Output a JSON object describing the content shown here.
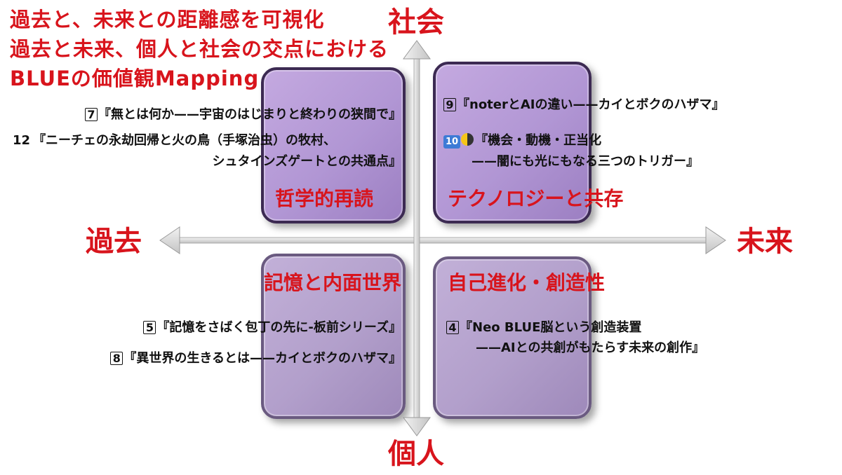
{
  "title": {
    "line1": "過去と、未来との距離感を可視化",
    "line2": "過去と未来、個人と社会の交点におけ",
    "line2_end": "る",
    "line3": "BLUEの価値観Mapping"
  },
  "axes": {
    "top": "社会",
    "bottom": "個人",
    "left": "過去",
    "right": "未来"
  },
  "quadrants": {
    "top_left": {
      "title": "哲学的再読",
      "items": [
        {
          "num": "7",
          "text": "『無とは何か——宇宙のはじまりと終わりの狭間で』"
        },
        {
          "num": "12",
          "text": "『ニーチェの永劫回帰と火の鳥（手塚治虫）の牧村、"
        },
        {
          "num": "",
          "text": "シュタインズゲートとの共通点』"
        }
      ]
    },
    "top_right": {
      "title": "テクノロジーと共存",
      "items": [
        {
          "num": "9",
          "text": "『noterとAIの違い——カイとボクのハザマ』"
        },
        {
          "num": "10",
          "text": "『機会・動機・正当化"
        },
        {
          "num": "",
          "text": "——闇にも光にもなる三つのトリガー』"
        }
      ]
    },
    "bottom_left": {
      "title": "記憶と内面世界",
      "items": [
        {
          "num": "5",
          "text": "『記憶をさばく包丁の先に-板前シリーズ』"
        },
        {
          "num": "8",
          "text": "『異世界の生きるとは——カイとボクのハザマ』"
        }
      ]
    },
    "bottom_right": {
      "title": "自己進化・創造性",
      "items": [
        {
          "num": "4",
          "text": "『Neo BLUE脳という創造装置"
        },
        {
          "num": "",
          "text": "——AIとの共創がもたらす未来の創作』"
        }
      ]
    }
  },
  "colors": {
    "accent": "#d8141c",
    "box_dark": "#b196d4",
    "box_light": "#b29fcb",
    "axis": "#dcdcdc"
  }
}
